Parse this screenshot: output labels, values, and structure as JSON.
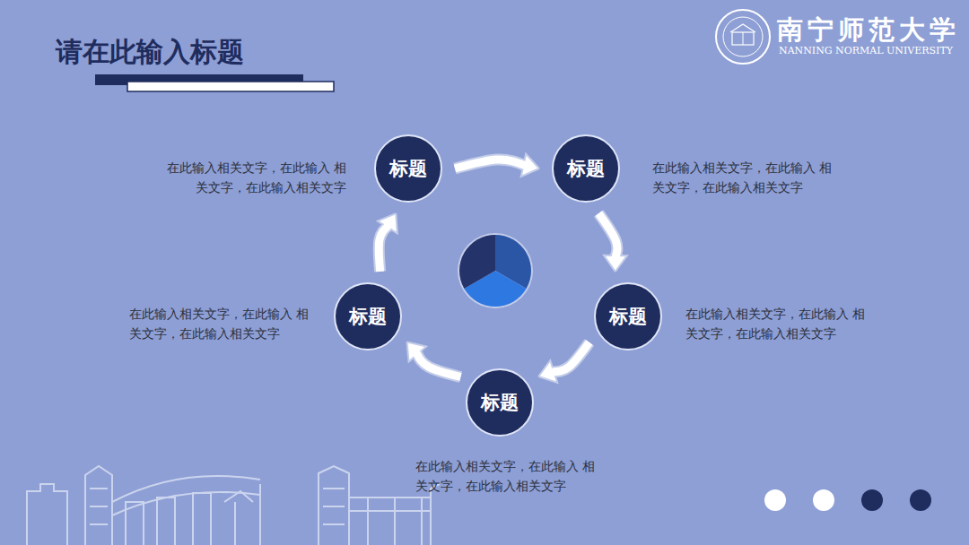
{
  "diagram": {
    "title": "请在此输入标题",
    "nodes": [
      {
        "text": [
          "标题",
          "在此输入相关文字，在此输入 相关文字，在此输入相关文字"
        ]
      },
      {
        "text": [
          "标题",
          "在此输入相关文字，在此输入 相关文字，在此输入相关文字"
        ]
      },
      {
        "text": [
          "标题",
          "在此输入相关文字，在此输入 相关文字，在此输入相关文字"
        ]
      },
      {
        "text": [
          "标题",
          "在此输入相关文字，在此输入 相关文字，在此输入相关文字"
        ]
      },
      {
        "text": [
          "标题",
          "在此输入相关文字，在此输入 相关文字，在此输入相关文字"
        ]
      }
    ],
    "edges": [
      {
        "from": 0,
        "to": 1,
        "arrow": "to"
      },
      {
        "from": 1,
        "to": 2,
        "arrow": "to"
      },
      {
        "from": 2,
        "to": 3,
        "arrow": "to"
      },
      {
        "from": 3,
        "to": 4,
        "arrow": "to"
      },
      {
        "from": 4,
        "to": 0,
        "arrow": "to"
      }
    ],
    "labels": [
      "南宁师范大学",
      "NANNING NORMAL UNIVERSITY"
    ]
  }
}
